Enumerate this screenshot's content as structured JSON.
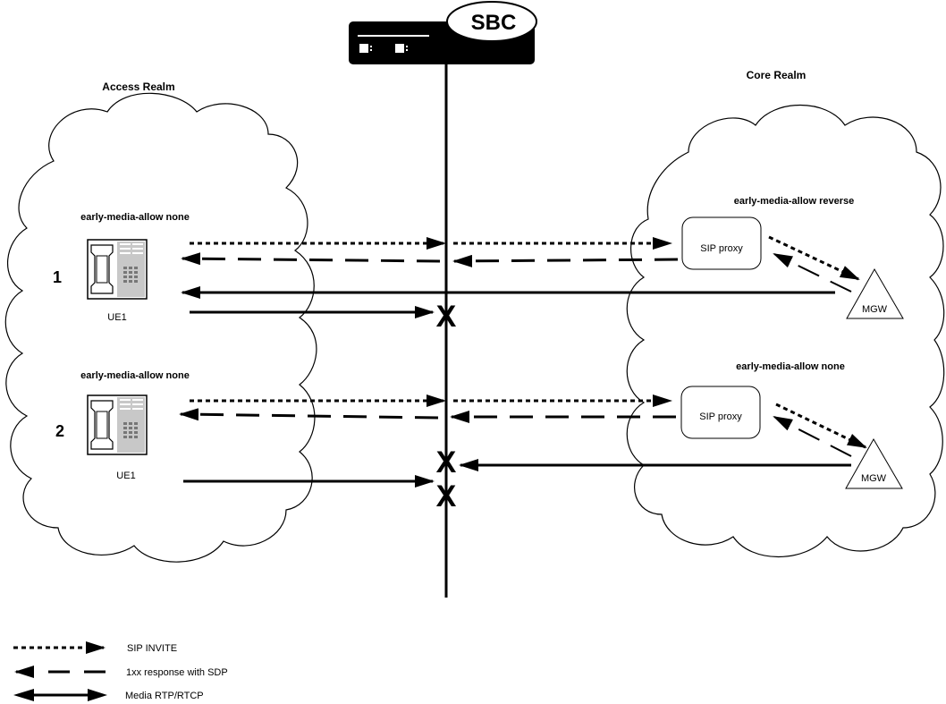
{
  "sbc": {
    "label": "SBC"
  },
  "realms": {
    "access": {
      "title": "Access Realm"
    },
    "core": {
      "title": "Core Realm"
    }
  },
  "scenarios": [
    {
      "number": "1",
      "access_policy": "early-media-allow none",
      "ue_label": "UE1",
      "core_policy": "early-media-allow reverse",
      "proxy_label": "SIP proxy",
      "mgw_label": "MGW",
      "media_blocked_directions": [
        "access-to-core"
      ]
    },
    {
      "number": "2",
      "access_policy": "early-media-allow none",
      "ue_label": "UE1",
      "core_policy": "early-media-allow none",
      "proxy_label": "SIP proxy",
      "mgw_label": "MGW",
      "media_blocked_directions": [
        "core-to-access",
        "access-to-core"
      ]
    }
  ],
  "legend": [
    {
      "style": "dotted",
      "label": "SIP INVITE"
    },
    {
      "style": "dashed",
      "label": "1xx response with SDP"
    },
    {
      "style": "solid",
      "label": "Media RTP/RTCP"
    }
  ],
  "block_mark": "X",
  "colors": {
    "ink": "#000000",
    "phone_gray": "#c8c8c8",
    "background": "#ffffff"
  }
}
